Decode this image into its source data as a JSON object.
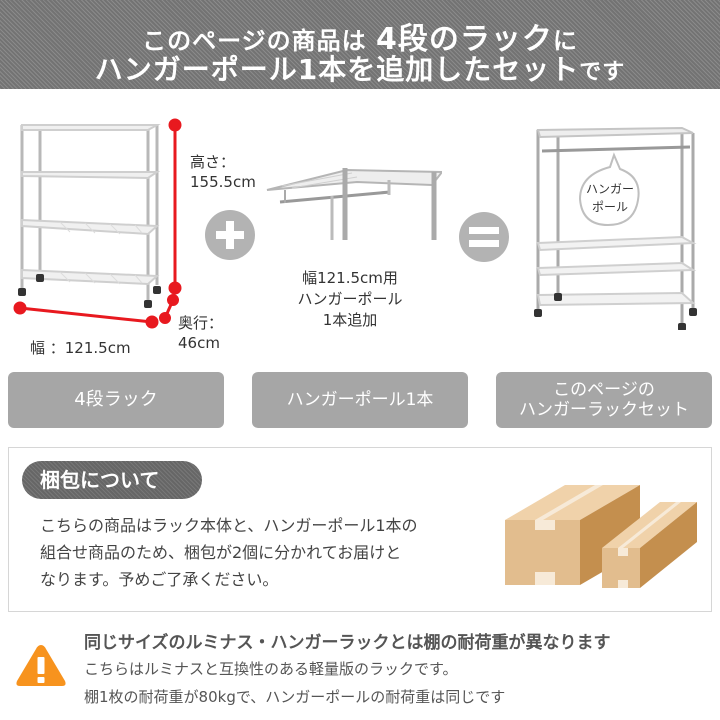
{
  "header": {
    "line1_prefix": "このページの商品は",
    "line1_emphasis": "4段のラック",
    "line1_suffix": "に",
    "line2_main": "ハンガーポール1本を追加したセット",
    "line2_suffix": "です"
  },
  "rack_dimensions": {
    "height_label": "高さ：",
    "height_value": "155.5cm",
    "depth_label": "奥行：",
    "depth_value": "46cm",
    "width_text": "幅 ：121.5cm"
  },
  "pole_description": {
    "line1": "幅121.5cm用",
    "line2": "ハンガーポール",
    "line3": "1本追加"
  },
  "bubble": {
    "line1": "ハンガー",
    "line2": "ポール"
  },
  "operators": {
    "plus": "plus-icon",
    "equals": "equals-icon"
  },
  "labels": [
    {
      "text": "4段ラック"
    },
    {
      "text": "ハンガーポール1本"
    },
    {
      "line1": "このページの",
      "line2": "ハンガーラックセット"
    }
  ],
  "packing": {
    "title": "梱包について",
    "line1": "こちらの商品はラック本体と、ハンガーポール1本の",
    "line2": "組合せ商品のため、梱包が2個に分かれてお届けと",
    "line3": "なります。予めご了承ください。"
  },
  "warning": {
    "title": "同じサイズのルミナス・ハンガーラックとは棚の耐荷重が異なります",
    "line1": "こちらはルミナスと互換性のある軽量版のラックです。",
    "line2": "棚1枚の耐荷重が80kgで、ハンガーポールの耐荷重は同じです"
  },
  "colors": {
    "header_bg": "#7d7d7d",
    "label_bg": "#a6a6a6",
    "operator_bg": "#b3b3b3",
    "dimension_red": "#e8191f",
    "warning_orange": "#f7931e",
    "box_light": "#e2bd8e",
    "box_dark": "#c48f4e"
  }
}
